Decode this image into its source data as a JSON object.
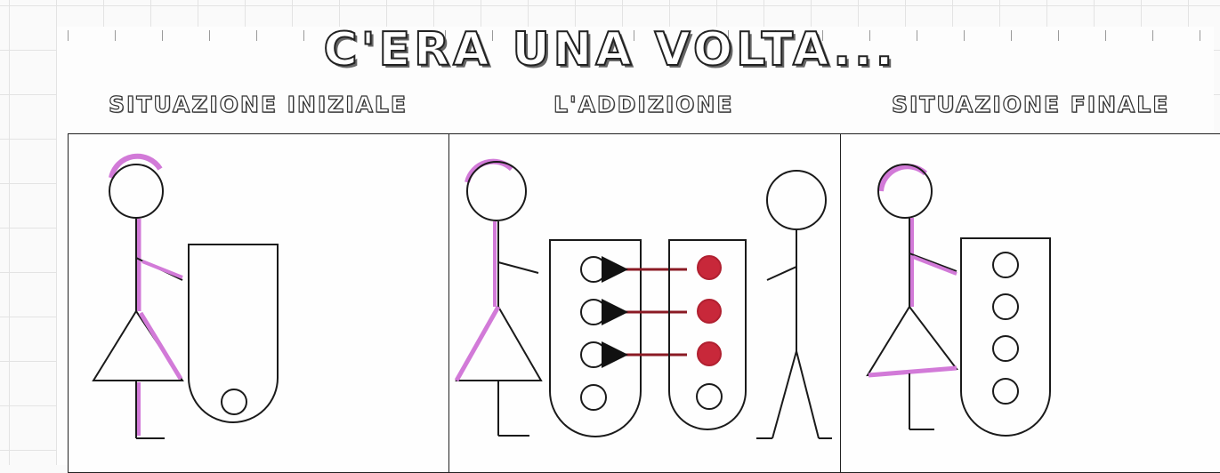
{
  "title": "C'ERA UNA VOLTA...",
  "headings": {
    "initial": "SITUAZIONE INIZIALE",
    "addition": "L'ADDIZIONE",
    "final": "SITUAZIONE FINALE"
  },
  "colors": {
    "ink": "#1a1a1a",
    "accent_pink": "#d27ad8",
    "token_red": "#c8283a",
    "arrow_red": "#8b1a24"
  },
  "panels": [
    {
      "name": "situazione-iniziale",
      "box_circles": 1
    },
    {
      "name": "addizione",
      "left_box_circles": 4,
      "right_box_tokens": 3,
      "right_box_circles": 1,
      "arrows": 3
    },
    {
      "name": "situazione-finale",
      "box_circles": 4
    }
  ]
}
